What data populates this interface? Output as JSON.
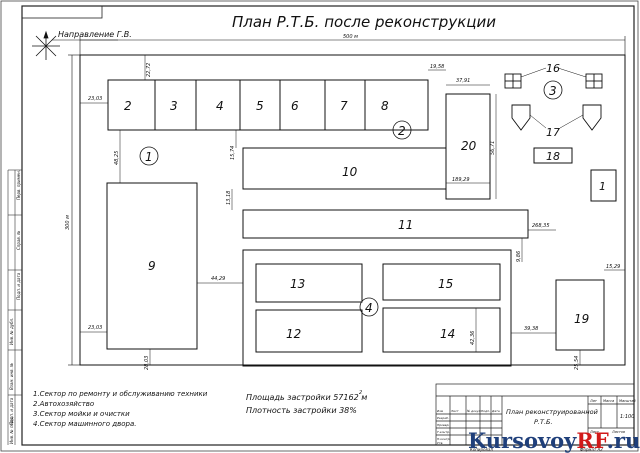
{
  "title": "План Р.Т.Б. после реконструкции",
  "north_label": "Направление Г.В.",
  "overall_width": "500 м",
  "overall_height": "300 м",
  "blocks": {
    "b1": "1",
    "b2": "2",
    "b3": "3",
    "b4": "4",
    "b5": "5",
    "b6": "6",
    "b7": "7",
    "b8": "8",
    "b9": "9",
    "b10": "10",
    "b11": "11",
    "b12": "12",
    "b13": "13",
    "b14": "14",
    "b15": "15",
    "b16": "16",
    "b17": "17",
    "b18": "18",
    "b19": "19",
    "b20": "20"
  },
  "sectors": {
    "s1": "1",
    "s2": "2",
    "s3": "3",
    "s4": "4"
  },
  "dims": {
    "d2303a": "23,03",
    "d2272": "22,72",
    "d1958": "19,58",
    "d3791": "37,91",
    "d4825": "48,25",
    "d1574": "15,74",
    "d5671": "56,71",
    "d18929": "189,29",
    "d1318": "13,18",
    "d26835": "268,35",
    "d4429": "44,29",
    "d2303b": "23,03",
    "d2803": "28,03",
    "d986": "9,86",
    "d1529": "15,29",
    "d4236": "42,36",
    "d3938": "39,38",
    "d2554": "25,54"
  },
  "legend": [
    "1.Сектор по ремонту и обслуживанию техники",
    "2.Автохозяйство",
    "3.Сектор мойки и очистки",
    "4.Сектор машинного двора."
  ],
  "area_text": "Площадь застройки 57162 м",
  "area_sup": "2",
  "density_text": "Плотность застройки 38%",
  "stamp": {
    "title_line1": "План реконструированной",
    "title_line2": "Р.Т.Б.",
    "scale": "1:100",
    "lit_header": "Лит",
    "mass_header": "Масса",
    "scale_header": "Масштаб",
    "sheet": "Лист",
    "sheets": "Листов",
    "izm": "Изм",
    "list": "Лист",
    "ndok": "№ докум.",
    "podp": "Подп.",
    "data": "Дата",
    "razrab": "Разраб.",
    "prov": "Провер.",
    "tkontr": "Т.контр.",
    "nkontr": "Н.контр.",
    "utv": "Утв.",
    "copied": "Копировал",
    "format": "Формат   А2"
  },
  "watermark": {
    "k": "Kursovoy",
    "rf": "RF",
    "ru": ".ru"
  },
  "side_labels": [
    "Перв. примен.",
    "Справ. №",
    "Подп. и дата",
    "Инв. № дубл.",
    "Взам. инв. №",
    "Подп. и дата",
    "Инв. № подл."
  ]
}
